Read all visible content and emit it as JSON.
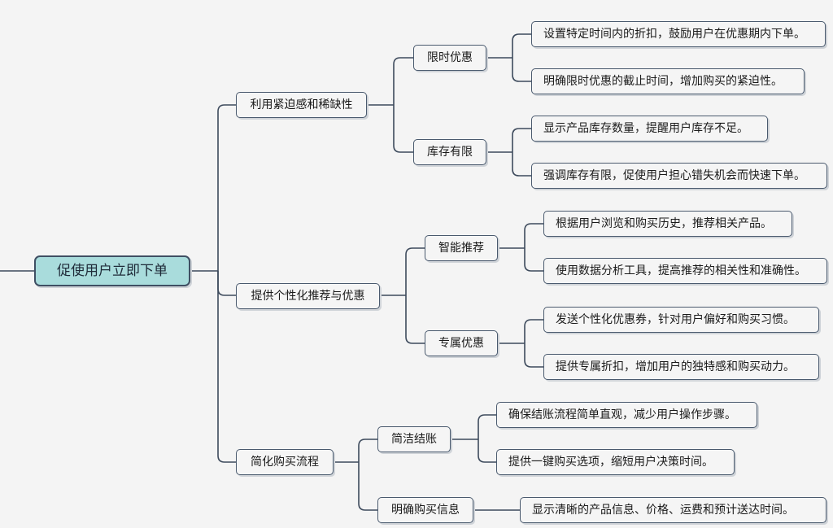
{
  "mindmap": {
    "root": "促使用户立即下单",
    "branches": [
      {
        "label": "利用紧迫感和稀缺性",
        "children": [
          {
            "label": "限时优惠",
            "details": [
              "设置特定时间内的折扣，鼓励用户在优惠期内下单。",
              "明确限时优惠的截止时间，增加购买的紧迫性。"
            ]
          },
          {
            "label": "库存有限",
            "details": [
              "显示产品库存数量，提醒用户库存不足。",
              "强调库存有限，促使用户担心错失机会而快速下单。"
            ]
          }
        ]
      },
      {
        "label": "提供个性化推荐与优惠",
        "children": [
          {
            "label": "智能推荐",
            "details": [
              "根据用户浏览和购买历史，推荐相关产品。",
              "使用数据分析工具，提高推荐的相关性和准确性。"
            ]
          },
          {
            "label": "专属优惠",
            "details": [
              "发送个性化优惠券，针对用户偏好和购买习惯。",
              "提供专属折扣，增加用户的独特感和购买动力。"
            ]
          }
        ]
      },
      {
        "label": "简化购买流程",
        "children": [
          {
            "label": "简洁结账",
            "details": [
              "确保结账流程简单直观，减少用户操作步骤。",
              "提供一键购买选项，缩短用户决策时间。"
            ]
          },
          {
            "label": "明确购买信息",
            "details": [
              "显示清晰的产品信息、价格、运费和预计送达时间。"
            ]
          }
        ]
      }
    ]
  }
}
